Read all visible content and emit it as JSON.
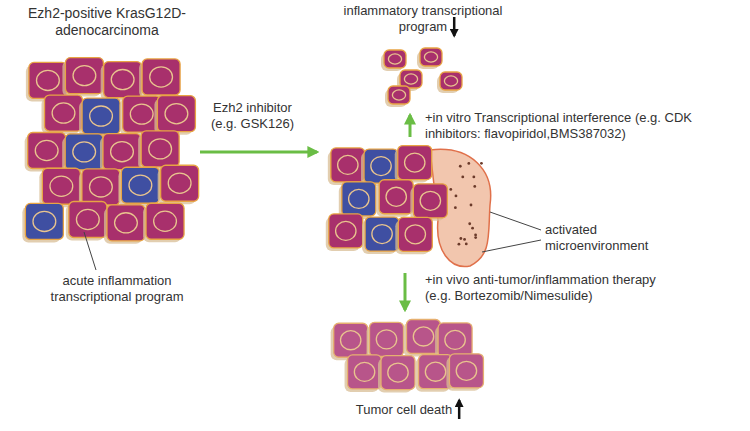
{
  "diagram": {
    "nodes": [
      {
        "text": [
          "Ezh2-positive KrasG12D-adenocarcinoma",
          "acute inflammation transcriptional program"
        ]
      },
      {
        "text": [
          "activated microenvironment"
        ]
      },
      {
        "text": [
          "inflammatory transcriptional program"
        ]
      },
      {
        "text": [
          "Tumor cell death"
        ]
      }
    ],
    "edges": [
      {
        "from": 0,
        "to": 1,
        "arrow": "to",
        "label": "Ezh2 inhibitor (e.g. GSK126)"
      },
      {
        "from": 1,
        "to": 2,
        "arrow": "to",
        "label": "+in vitro Transcriptional interference (e.g. CDK inhibitors: flavopiridol,BMS387032)"
      },
      {
        "from": 1,
        "to": 3,
        "arrow": "to",
        "label": "+in vivo anti-tumor/inflammation therapy (e.g. Bortezomib/Nimesulide)"
      }
    ]
  }
}
